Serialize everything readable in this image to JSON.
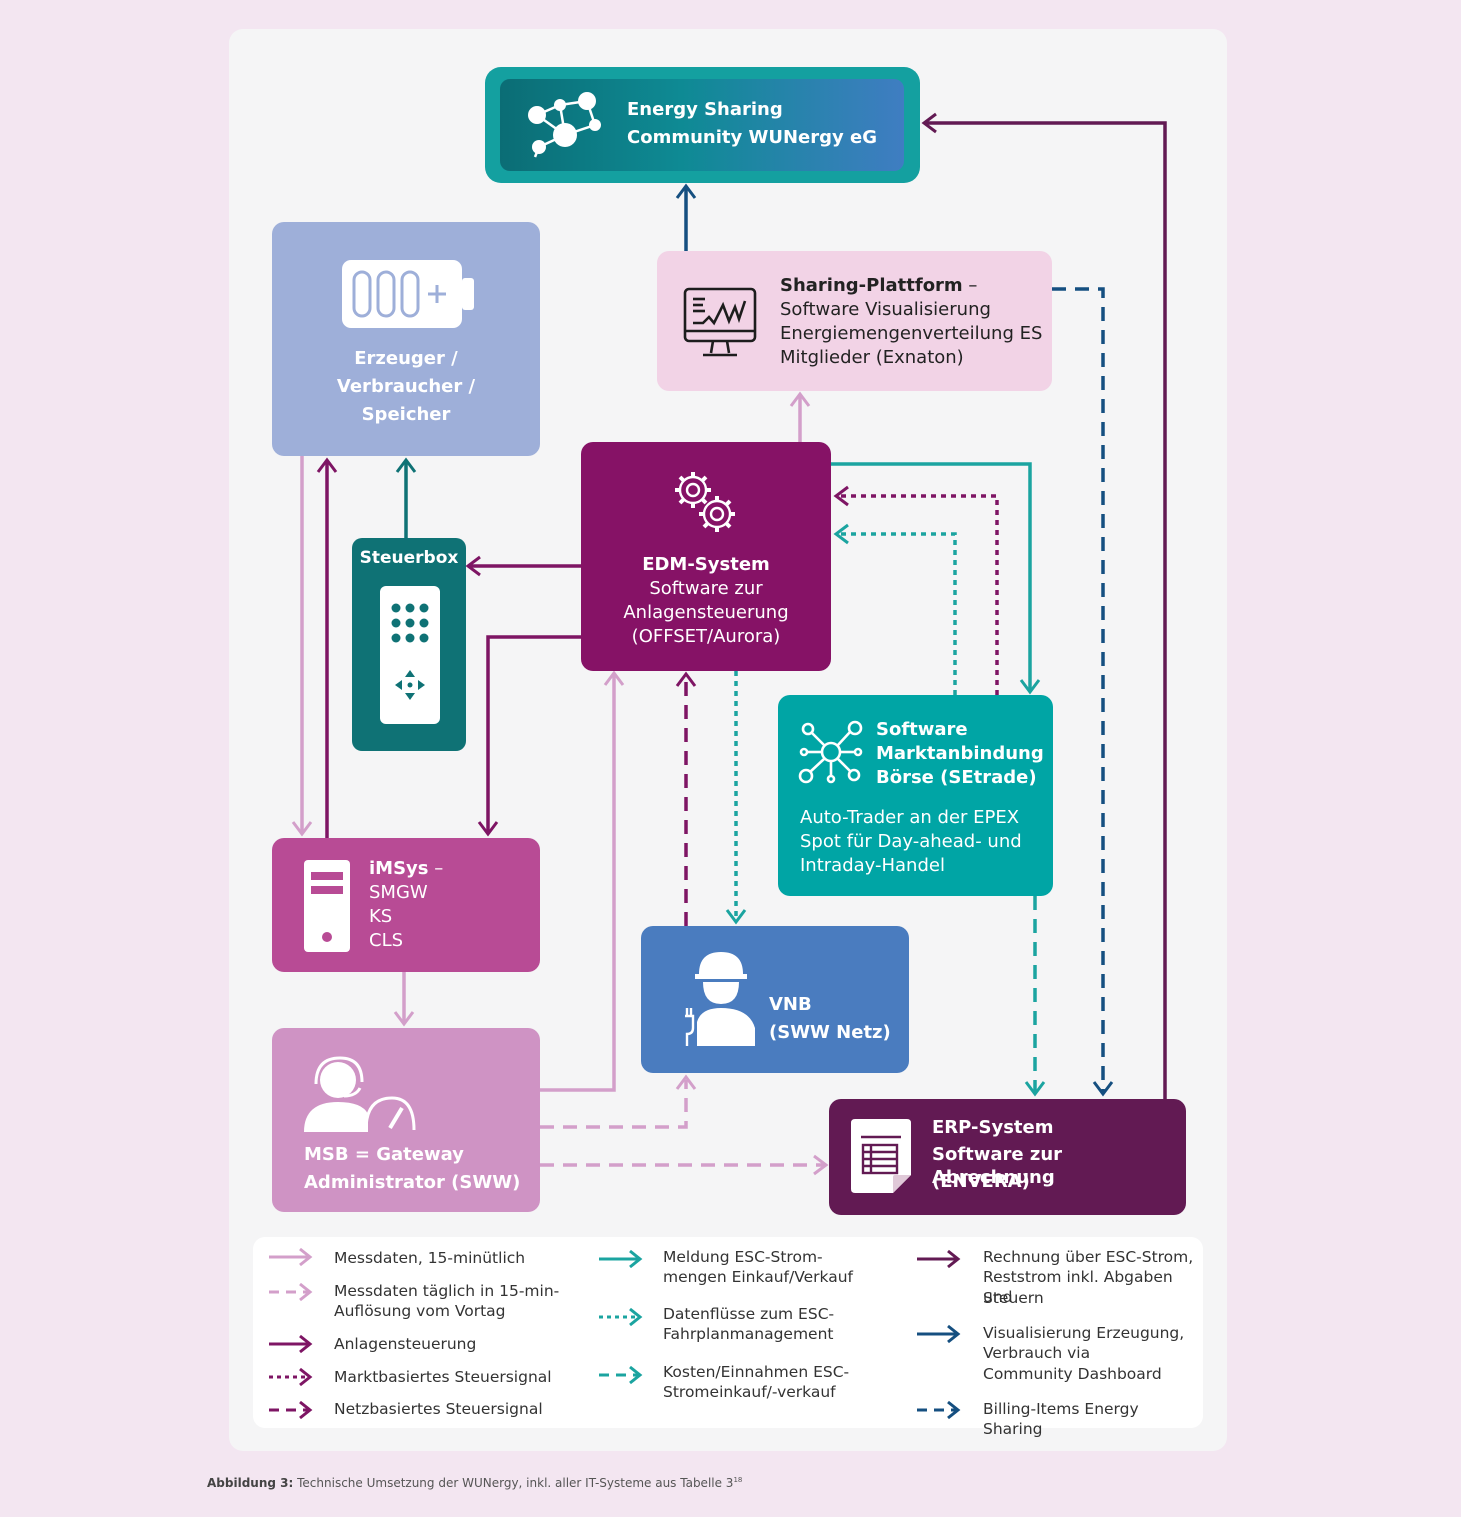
{
  "caption": {
    "label": "Abbildung 3:",
    "text": "Technische Umsetzung der WUNergy, inkl. aller IT-Systeme aus Tabelle 3",
    "footnote": "18"
  },
  "colors": {
    "panel": "#f5f5f6",
    "energy_sharing": "#14a0a0",
    "erzeuger": "#9eafd9",
    "sharing_plattform": "#f2d3e6",
    "edm": "#861266",
    "steuerbox": "#0f7275",
    "setrade": "#00a5a5",
    "imsys": "#b84b95",
    "vnb": "#4a7cbf",
    "msb": "#cf93c4",
    "erp": "#621a53",
    "line_light_pink": "#d39fca",
    "line_purple": "#7e1564",
    "line_teal": "#1ba4a0",
    "line_blue": "#154f80"
  },
  "nodes": {
    "energy_sharing": {
      "line1": "Energy Sharing",
      "line2": "Community WUNergy eG",
      "icon": "network-people-icon"
    },
    "erzeuger": {
      "line1": "Erzeuger /",
      "line2": "Verbraucher /",
      "line3": "Speicher",
      "icon": "battery-icon"
    },
    "sharing_plattform": {
      "title": "Sharing-Plattform",
      "dash": " –",
      "line1": "Software Visualisierung",
      "line2": "Energiemengenverteilung ES",
      "line3": "Mitglieder (Exnaton)",
      "icon": "monitor-chart-icon"
    },
    "edm": {
      "title": "EDM-System",
      "line1": "Software zur",
      "line2": "Anlagensteuerung",
      "line3": "(OFFSET/Aurora)",
      "icon": "gears-icon"
    },
    "steuerbox": {
      "title": "Steuerbox",
      "icon": "remote-control-icon"
    },
    "setrade": {
      "line1": "Software",
      "line2": "Marktanbindung",
      "line3": "Börse (SEtrade)",
      "body1": "Auto-Trader an der EPEX",
      "body2": "Spot für Day-ahead- und",
      "body3": "Intraday-Handel",
      "icon": "hub-nodes-icon"
    },
    "imsys": {
      "title": "iMSys",
      "dash": " –",
      "line1": "SMGW",
      "line2": "KS",
      "line3": "CLS",
      "icon": "server-tower-icon"
    },
    "vnb": {
      "line1": "VNB",
      "line2": "(SWW Netz)",
      "icon": "worker-helmet-icon"
    },
    "msb": {
      "line1": "MSB = Gateway",
      "line2": "Administrator (SWW)",
      "icon": "headset-gauge-icon"
    },
    "erp": {
      "title": "ERP-System",
      "line1": "Software zur Abrechnung",
      "line2": "(ENVERA)",
      "icon": "document-list-icon"
    }
  },
  "legend": {
    "col1": [
      {
        "style": "solid-light-pink",
        "l1": "Messdaten, 15-minütlich",
        "l2": ""
      },
      {
        "style": "dashed-light-pink",
        "l1": "Messdaten täglich in 15-min-",
        "l2": "Auflösung vom Vortag"
      },
      {
        "style": "solid-purple",
        "l1": "Anlagensteuerung",
        "l2": ""
      },
      {
        "style": "dotted-purple",
        "l1": "Marktbasiertes Steuersignal",
        "l2": ""
      },
      {
        "style": "dashed-purple",
        "l1": "Netzbasiertes Steuersignal",
        "l2": ""
      }
    ],
    "col2": [
      {
        "style": "solid-teal",
        "l1": "Meldung ESC-Strom-",
        "l2": "mengen Einkauf/Verkauf"
      },
      {
        "style": "dotted-teal",
        "l1": "Datenflüsse zum ESC-",
        "l2": "Fahrplanmanagement"
      },
      {
        "style": "dashed-teal",
        "l1": "Kosten/Einnahmen ESC-",
        "l2": "Stromeinkauf/-verkauf"
      }
    ],
    "col3": [
      {
        "style": "solid-dark-purple",
        "l1": "Rechnung über ESC-Strom,",
        "l2": "Reststrom inkl. Abgaben und",
        "l3": "Steuern"
      },
      {
        "style": "solid-blue",
        "l1": "Visualisierung Erzeugung,",
        "l2": "Verbrauch via",
        "l3": "Community Dashboard"
      },
      {
        "style": "dashed-blue",
        "l1": "Billing-Items Energy Sharing",
        "l2": "",
        "l3": ""
      }
    ]
  }
}
